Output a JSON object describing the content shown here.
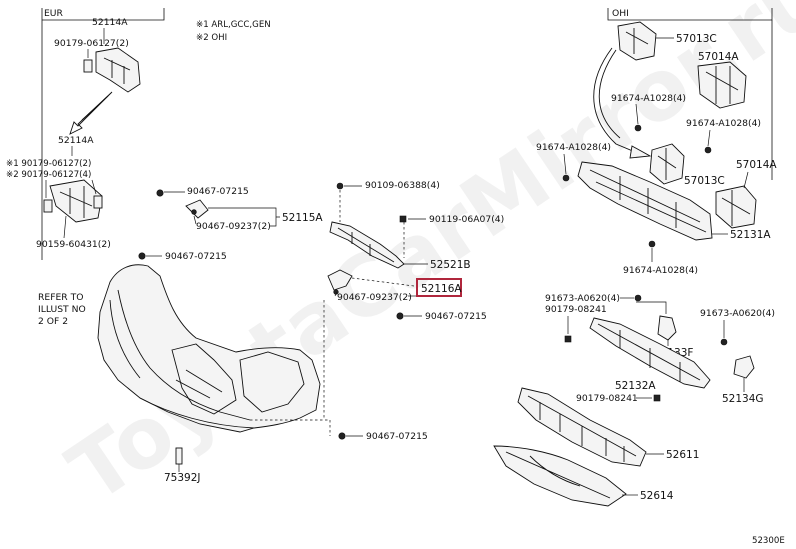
{
  "watermark": "ToyotaCarMirror.ru",
  "diagram_code": "52300E",
  "legend": {
    "eur": "EUR",
    "ohi": "OHI",
    "note1": "※1 ARL,GCC,GEN",
    "note2": "※2 OHI"
  },
  "refer_note": [
    "REFER TO",
    "ILLUST NO",
    "2 OF 2"
  ],
  "highlight_color": "#b0263c",
  "parts": {
    "p52114A_top": "52114A",
    "p90179_06127_2": "90179-06127(2)",
    "p52114A_mid": "52114A",
    "p90179_06127_2_n1": "※1 90179-06127(2)",
    "p90179_06127_4_n2": "※2 90179-06127(4)",
    "p90159_60431": "90159-60431(2)",
    "p90467_07215_a": "90467-07215",
    "p52115A": "52115A",
    "p90467_09237_a": "90467-09237(2)",
    "p90467_07215_b": "90467-07215",
    "p90109_06388": "90109-06388(4)",
    "p90119_06A07": "90119-06A07(4)",
    "p52521B": "52521B",
    "p52116A": "52116A",
    "p90467_09237_b": "90467-09237(2)",
    "p90467_07215_c": "90467-07215",
    "p90467_07215_d": "90467-07215",
    "p75392J": "75392J",
    "p57013C_top": "57013C",
    "p57014A_top": "57014A",
    "p91674_A1028_a": "91674-A1028(4)",
    "p91674_A1028_b": "91674-A1028(4)",
    "p91674_A1028_c": "91674-A1028(4)",
    "p57013C_mid": "57013C",
    "p57014A_mid": "57014A",
    "p52131A": "52131A",
    "p91674_A1028_d": "91674-A1028(4)",
    "p91673_A0620_a": "91673-A0620(4)",
    "p90179_08241_a": "90179-08241",
    "p91673_A0620_b": "91673-A0620(4)",
    "p52133F": "52133F",
    "p52132A": "52132A",
    "p90179_08241_b": "90179-08241",
    "p52134G": "52134G",
    "p52611": "52611",
    "p52614": "52614"
  }
}
